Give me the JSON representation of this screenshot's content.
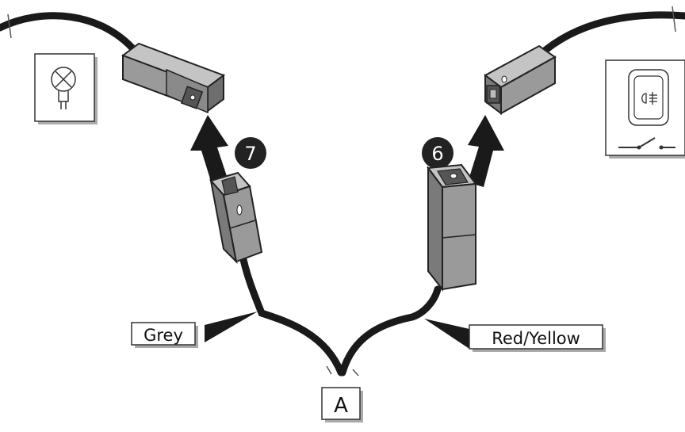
{
  "step_badges": [
    {
      "number": "7"
    },
    {
      "number": "6"
    }
  ],
  "wire_labels": {
    "left": "Grey",
    "right": "Red/Yellow"
  },
  "harness_label": "A",
  "icons": {
    "left": "bulb-icon",
    "right": "fog-light-switch-icon"
  },
  "colors": {
    "connector_fill": "#9a9a9a",
    "connector_light": "#c4c4c4",
    "connector_dark": "#6e6e6e",
    "wire": "#1a1a1a",
    "badge": "#222222"
  }
}
